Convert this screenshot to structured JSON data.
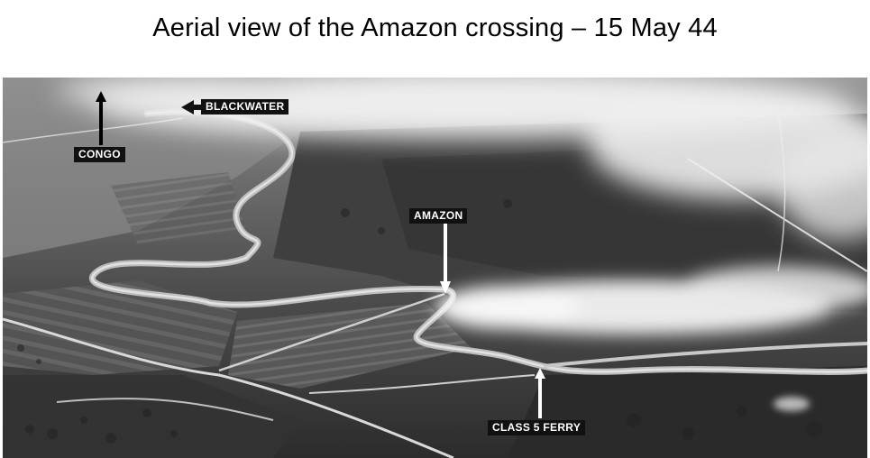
{
  "title": "Aerial view of the Amazon crossing – 15 May 44",
  "labels": {
    "congo": "CONGO",
    "blackwater": "BLACKWATER",
    "amazon": "AMAZON",
    "ferry": "CLASS 5 FERRY"
  },
  "colors": {
    "background": "#ffffff",
    "label_bg": "#111111",
    "label_text": "#ffffff"
  }
}
